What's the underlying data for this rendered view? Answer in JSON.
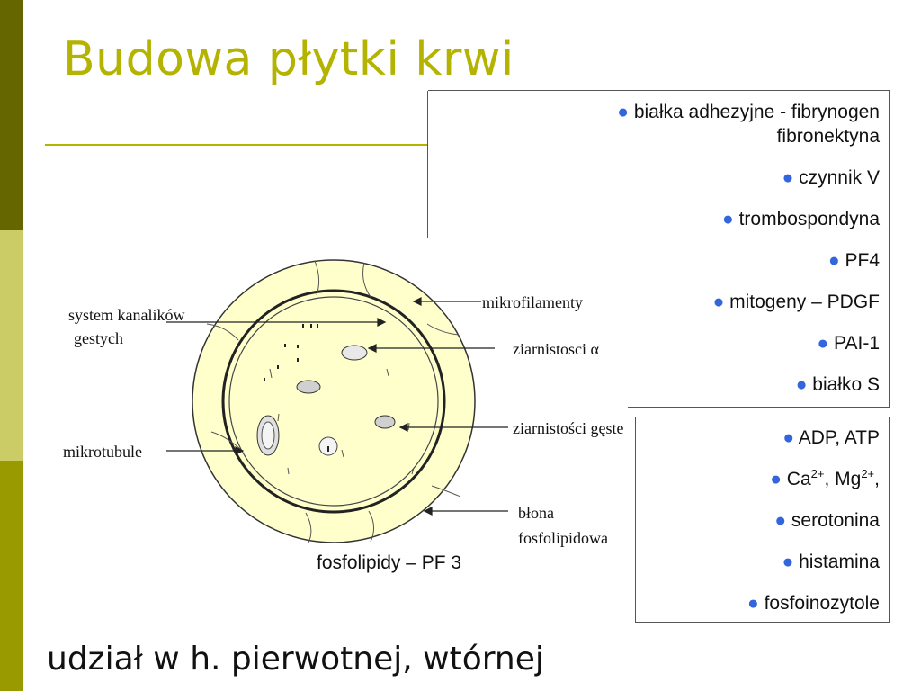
{
  "slide": {
    "title": "Budowa płytki krwi",
    "footer": "udział w h. pierwotnej, wtórnej",
    "colors": {
      "title": "#b3b300",
      "bar_dark": "#666600",
      "bar_light": "#cccc66",
      "bar_mid": "#999900",
      "bullet": "#3366dd",
      "cell_fill": "#ffffcc"
    }
  },
  "alpha_granules": {
    "items": [
      {
        "line1": "białka adhezyjne - fibrynogen",
        "line2": "fibronektyna"
      },
      {
        "line1": "czynnik V"
      },
      {
        "line1": "trombospondyna"
      },
      {
        "line1": "PF4"
      },
      {
        "line1": "mitogeny – PDGF"
      },
      {
        "line1": "PAI-1"
      },
      {
        "line1": "białko S"
      }
    ]
  },
  "dense_granules": {
    "items": [
      {
        "text": "ADP, ATP"
      },
      {
        "ca": "Ca",
        "ca_sup": "2+",
        "sep": ", ",
        "mg": "Mg",
        "mg_sup": "2+",
        "tail": ","
      },
      {
        "text": "serotonina"
      },
      {
        "text": "histamina"
      },
      {
        "text": "fosfoinozytole"
      }
    ]
  },
  "diagram": {
    "labels": {
      "canal_line1": "system kanalików",
      "canal_line2": "gestych",
      "microfilaments": "mikrofilamenty",
      "alpha": "ziarnistosci α",
      "dense": "ziarnistości gęste",
      "microtubules": "mikrotubule",
      "membrane_line1": "błona",
      "membrane_line2": "fosfolipidowa"
    },
    "caption": "fosfolipidy – PF 3"
  }
}
